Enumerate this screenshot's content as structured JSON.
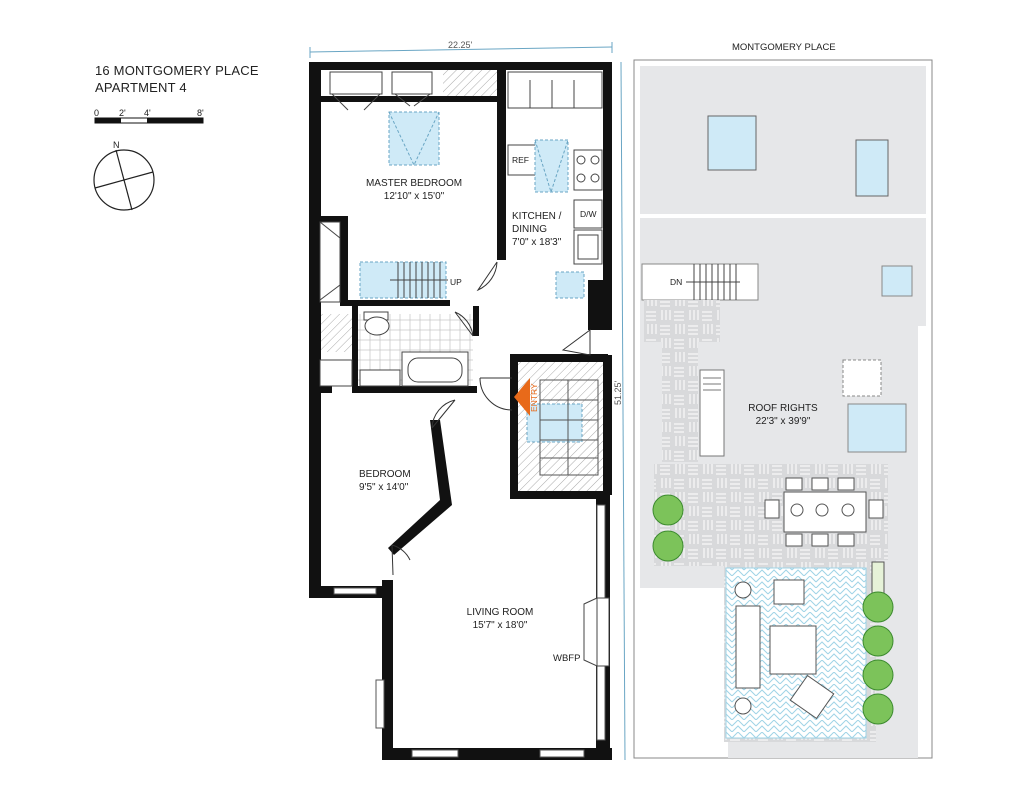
{
  "title": {
    "line1": "16 MONTGOMERY PLACE",
    "line2": "APARTMENT 4"
  },
  "scale": {
    "labels": [
      "0",
      "2'",
      "4'",
      "8'"
    ]
  },
  "compass": {
    "label": "N"
  },
  "dimensions": {
    "width": "22.25'",
    "depth": "51.25'"
  },
  "rooms": {
    "master_bedroom": {
      "name": "MASTER BEDROOM",
      "size": "12'10\" x 15'0\""
    },
    "kitchen": {
      "name1": "KITCHEN /",
      "name2": "DINING",
      "size": "7'0\" x 18'3\""
    },
    "bedroom": {
      "name": "BEDROOM",
      "size": "9'5\" x 14'0\""
    },
    "living": {
      "name": "LIVING ROOM",
      "size": "15'7\" x 18'0\""
    }
  },
  "fixtures": {
    "ref": "REF",
    "dw": "D/W",
    "up": "UP",
    "entry": "ENTRY",
    "wbfp": "WBFP",
    "dn": "DN"
  },
  "roof": {
    "street": "MONTGOMERY PLACE",
    "name": "ROOF RIGHTS",
    "size": "22'3\" x 39'9\""
  },
  "colors": {
    "wall": "#111111",
    "glass": "#cfeaf7",
    "glass_stroke": "#6aa6c4",
    "roof_gray": "#e6e7e9",
    "deck": "#d9dadc",
    "plant": "#7cc35a",
    "entry_arrow": "#e86a1a"
  }
}
